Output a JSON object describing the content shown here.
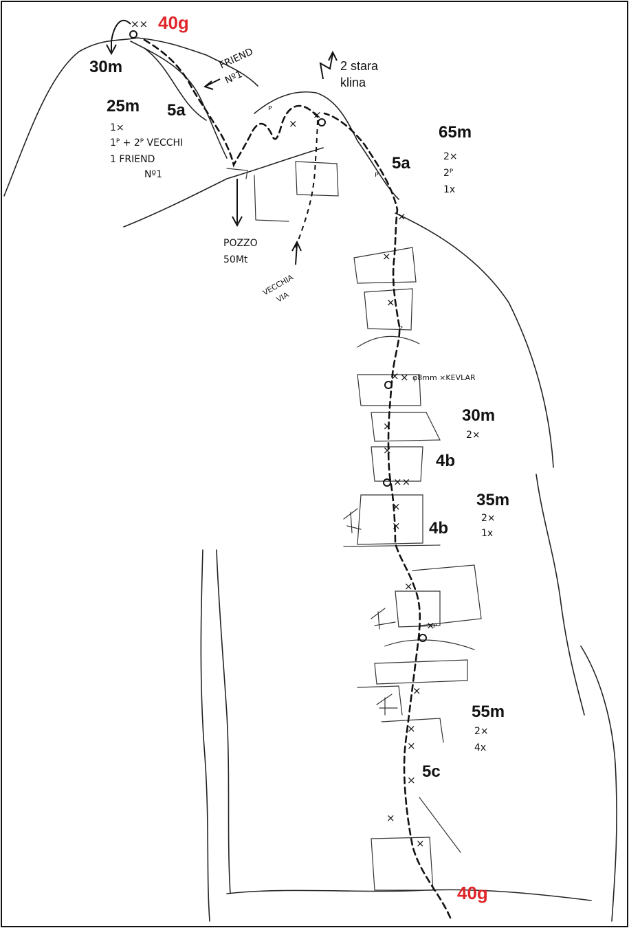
{
  "labels": {
    "time_top": "40g",
    "time_bottom": "40g",
    "p_top_len": "30m",
    "p5_len": "25m",
    "p5_grade": "5a",
    "p5_gear": [
      "1×",
      "1ᴾ + 2ᴾ VECCHI",
      "1 FRIEND",
      "Nº1"
    ],
    "friend_note": [
      "FRIEND",
      "Nº1"
    ],
    "stara_klina": [
      "2 stara",
      "klina"
    ],
    "p4_len": "65m",
    "p4_grade": "5a",
    "p4_gear": [
      "2×",
      "2ᴾ",
      "1x"
    ],
    "pozzo": [
      "POZZO",
      "50Mt"
    ],
    "vecchia_via": [
      "VECCHIA",
      "VIA"
    ],
    "kevlar_note": "φ8mm ×KEVLAR",
    "p3_len": "30m",
    "p3_gear": [
      "2×"
    ],
    "p3_grade": "4b",
    "p2_len": "35m",
    "p2_grade": "4b",
    "p2_gear": [
      "2×",
      "1x"
    ],
    "p1_len": "55m",
    "p1_gear": [
      "2×",
      "4x"
    ],
    "p1_grade": "5c"
  }
}
